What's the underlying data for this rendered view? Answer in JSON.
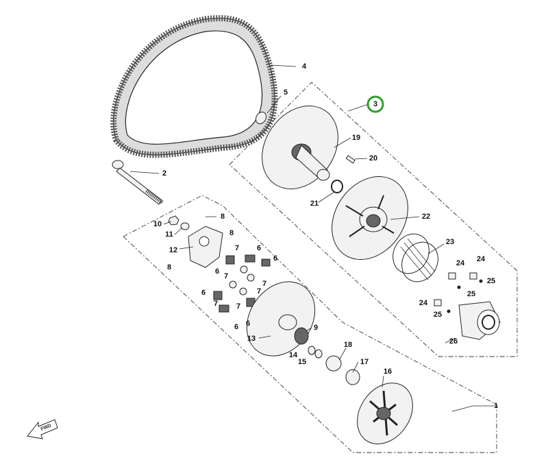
{
  "diagram": {
    "title": "Clutch assembly exploded parts diagram",
    "highlight_color": "#2e9e2e",
    "highlighted_callout": "3",
    "fwd_label": "FWD",
    "callouts": [
      "1",
      "2",
      "3",
      "4",
      "5",
      "6",
      "7",
      "8",
      "9",
      "10",
      "11",
      "12",
      "13",
      "14",
      "15",
      "16",
      "17",
      "18",
      "19",
      "20",
      "21",
      "22",
      "23",
      "24",
      "25",
      "26"
    ]
  }
}
